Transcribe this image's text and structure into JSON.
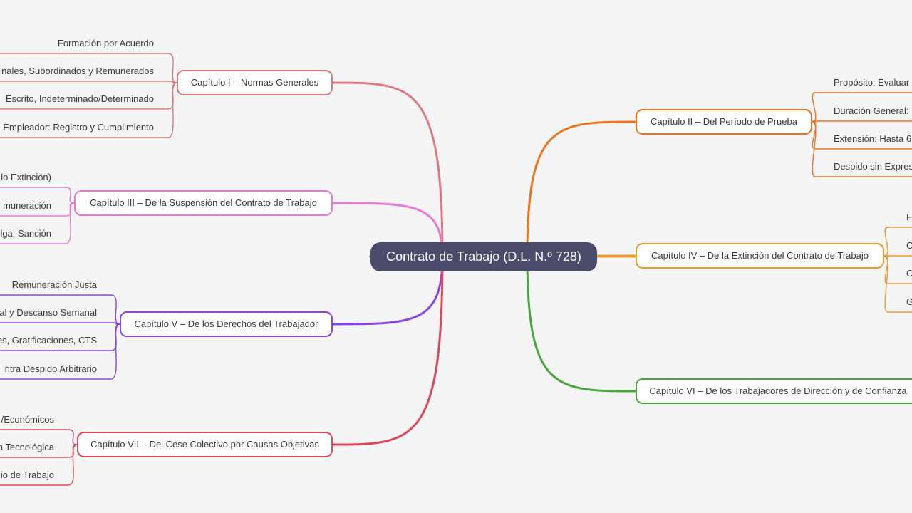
{
  "root": {
    "label": "Contrato de Trabajo (D.L. N.º 728)",
    "color": "#4b4c6b"
  },
  "left_branches": [
    {
      "label": "Capítulo I – Normas Generales",
      "color": "#dd7a80",
      "leaves": [
        "Formación por Acuerdo",
        "nales, Subordinados y Remunerados",
        "Escrito, Indeterminado/Determinado",
        "Empleador: Registro y Cumplimiento"
      ]
    },
    {
      "label": "Capítulo III – De la Suspensión del Contrato de Trabajo",
      "color": "#e87ad3",
      "leaves": [
        "lo Extinción)",
        "muneración",
        "lga, Sanción"
      ]
    },
    {
      "label": "Capítulo V – De los Derechos del Trabajador",
      "color": "#8a44e4",
      "leaves": [
        "Remuneración Justa",
        "ral y Descanso Semanal",
        "es, Gratificaciones, CTS",
        "ntra Despido Arbitrario"
      ]
    },
    {
      "label": "Capítulo VII – Del Cese Colectivo por Causas Objetivas",
      "color": "#e0475a",
      "leaves": [
        "/Económicos",
        "n Tecnológica",
        "io de Trabajo"
      ]
    }
  ],
  "right_branches": [
    {
      "label": "Capítulo II – Del Período de Prueba",
      "color": "#f07320",
      "leaves": [
        "Propósito: Evaluar",
        "Duración General:",
        "Extensión: Hasta 6",
        "Despido sin Expres"
      ]
    },
    {
      "label": "Capítulo IV – De la Extinción del Contrato de Trabajo",
      "color": "#eb9a30",
      "leaves": [
        "Fi",
        "C",
        "O",
        "G"
      ]
    },
    {
      "label": "Capítulo VI – De los Trabajadores de Dirección y de Confianza",
      "color": "#47a83a",
      "leaves": []
    }
  ]
}
